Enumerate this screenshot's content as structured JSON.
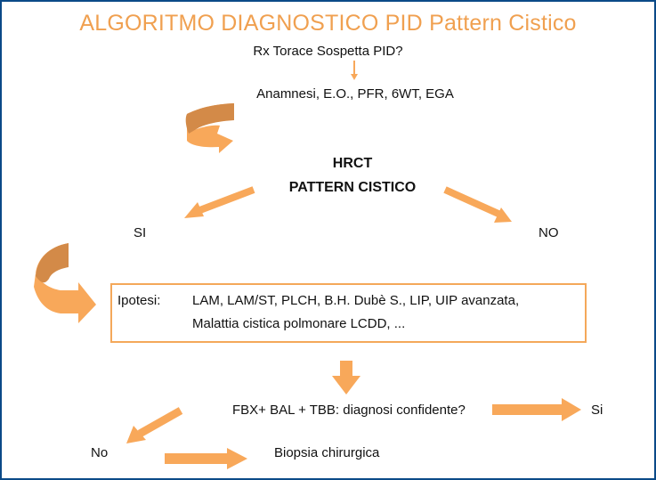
{
  "title": "ALGORITMO DIAGNOSTICO PID Pattern Cistico",
  "colors": {
    "title": "#f0a050",
    "arrow": "#f8a85a",
    "arrow_dark": "#d38a48",
    "border": "#0b4a88",
    "box_border": "#f4a85a"
  },
  "nodes": {
    "start": "Rx Torace Sospetta PID?",
    "assessment": "Anamnesi, E.O., PFR, 6WT, EGA",
    "hrct_line1": "HRCT",
    "hrct_line2": "PATTERN CISTICO",
    "yes": "SI",
    "no": "NO",
    "hypotheses_label": "Ipotesi:",
    "hypotheses_line1": "LAM, LAM/ST, PLCH, B.H. Dubè S., LIP, UIP avanzata,",
    "hypotheses_line2": "Malattia cistica polmonare LCDD, ...",
    "fbx": "FBX+ BAL + TBB: diagnosi confidente?",
    "fbx_yes": "Si",
    "fbx_no": "No",
    "biopsy": "Biopsia chirurgica"
  }
}
